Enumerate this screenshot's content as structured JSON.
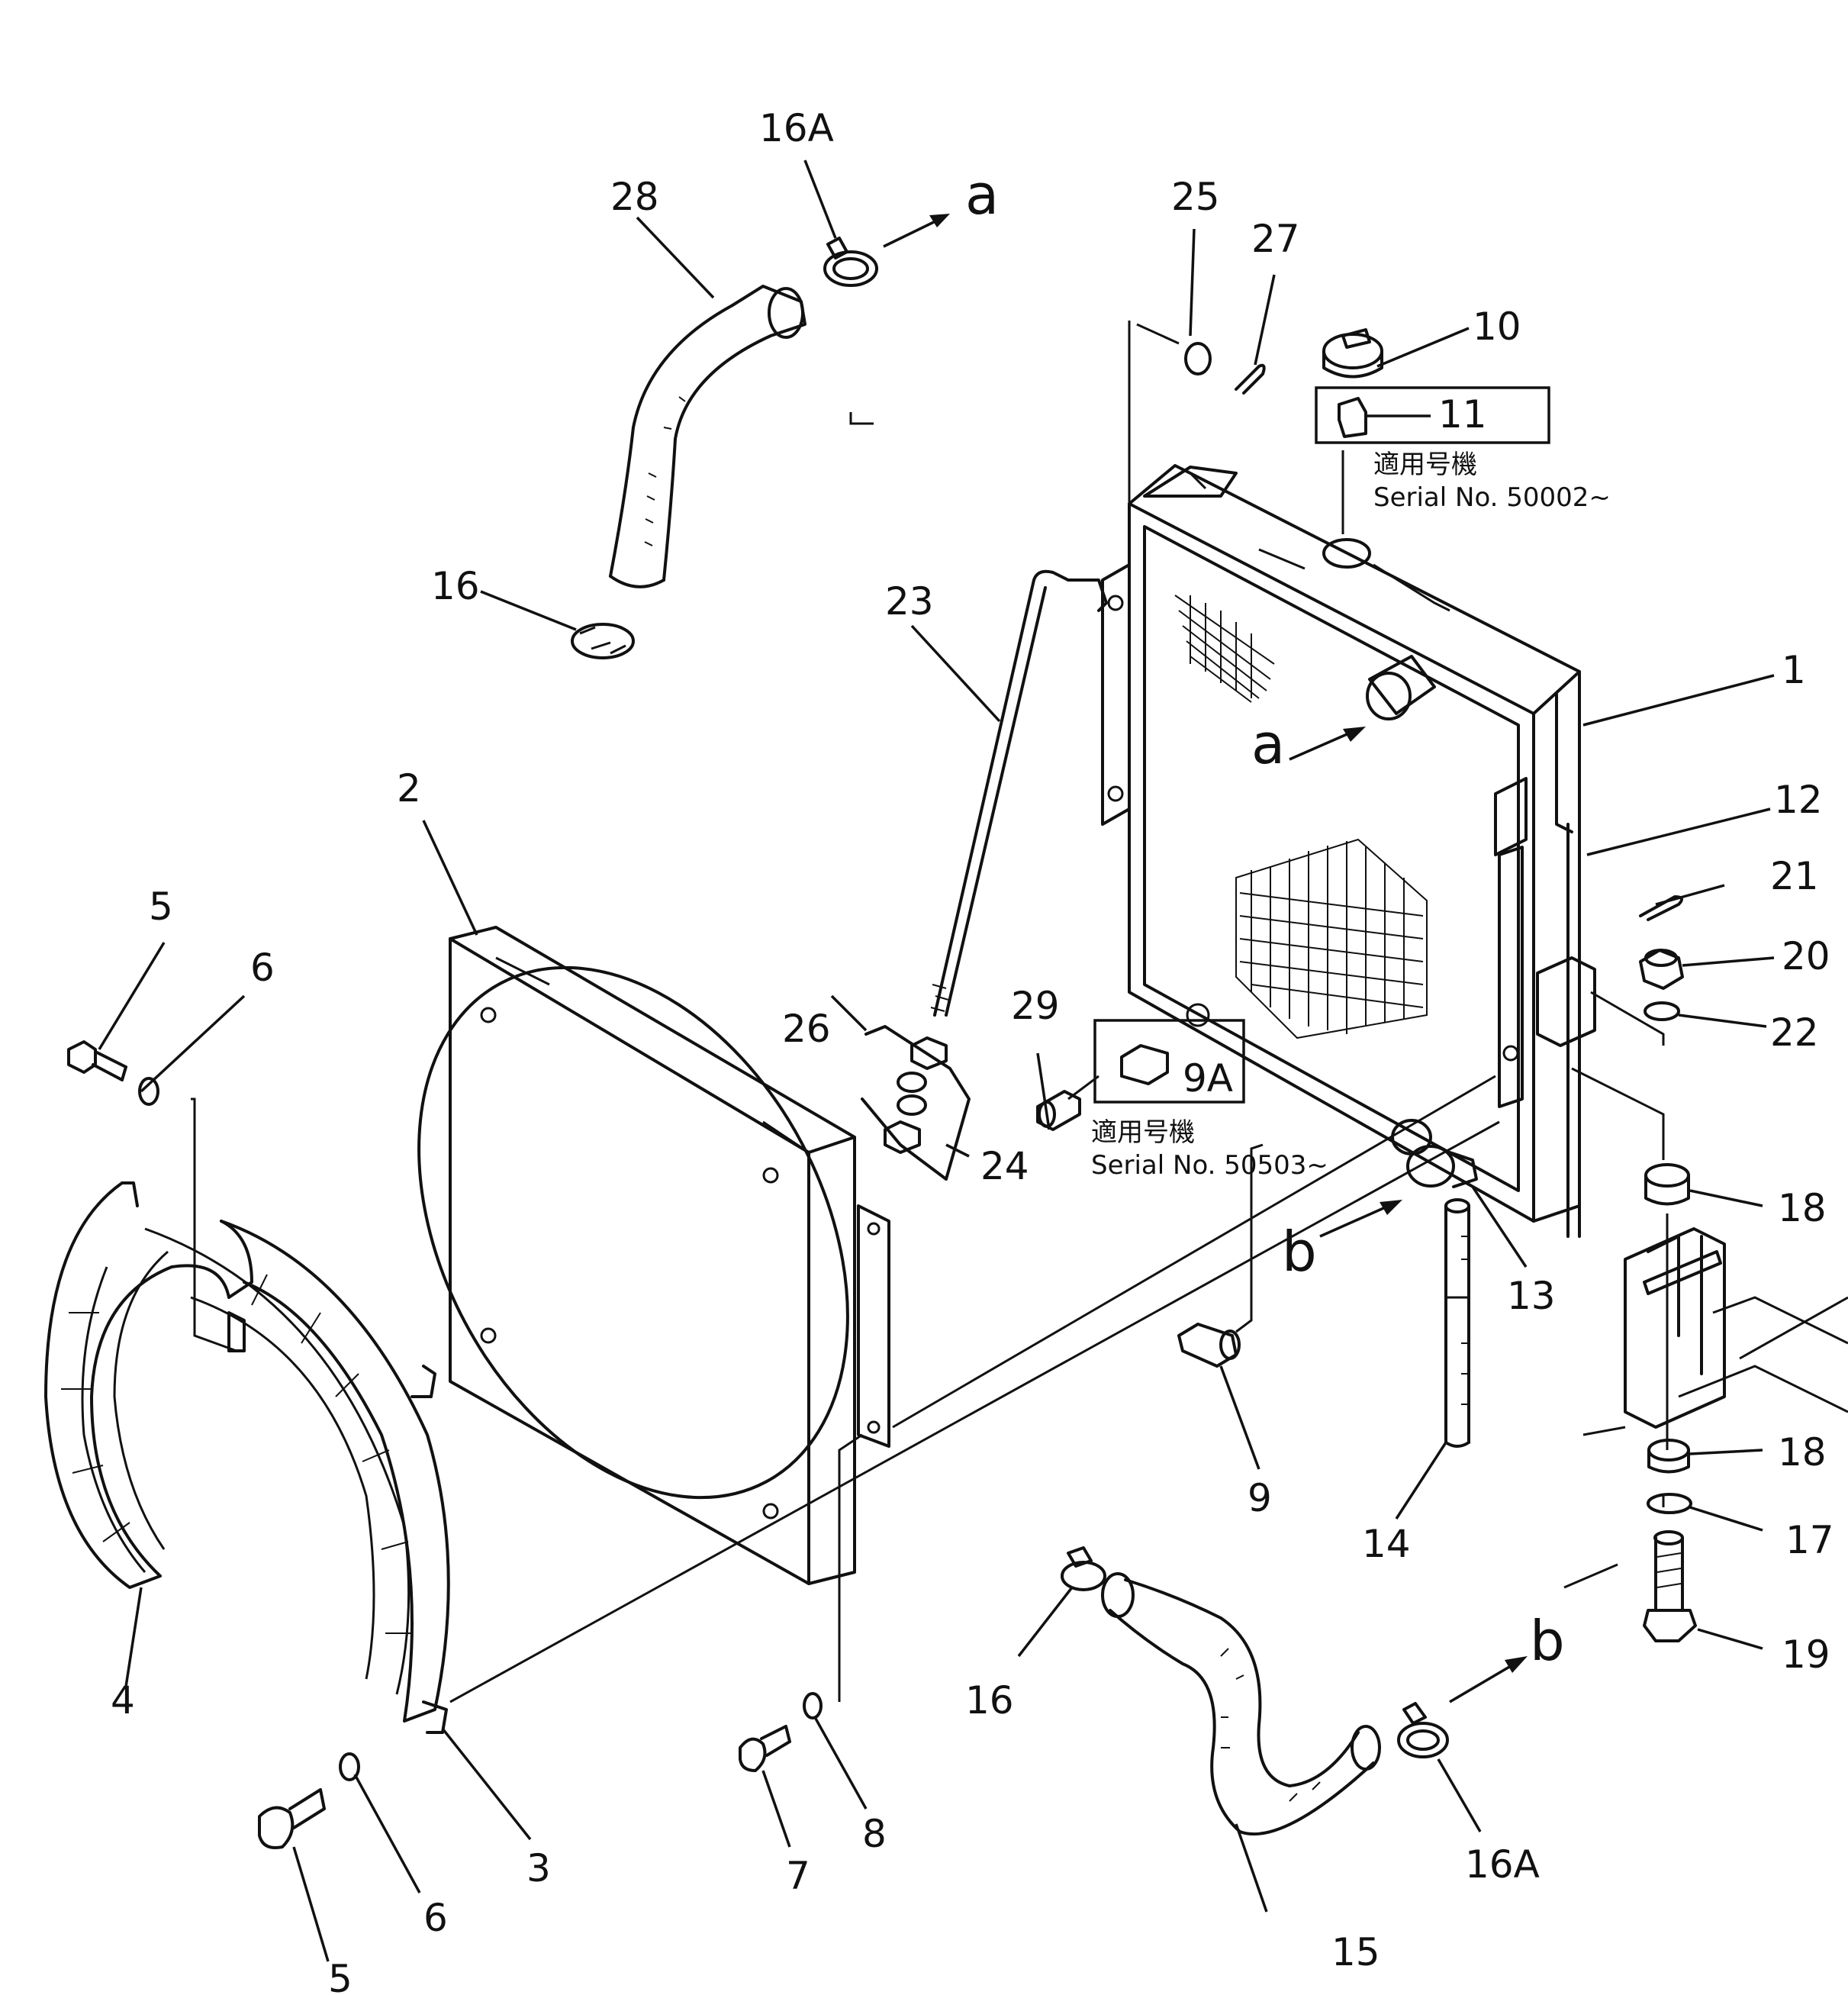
{
  "callouts": {
    "c1": "1",
    "c2": "2",
    "c3": "3",
    "c4": "4",
    "c5a": "5",
    "c5b": "5",
    "c6a": "6",
    "c6b": "6",
    "c7": "7",
    "c8": "8",
    "c9": "9",
    "c9A": "9A",
    "c10": "10",
    "c11": "11",
    "c12": "12",
    "c13": "13",
    "c14": "14",
    "c15": "15",
    "c16a": "16",
    "c16b": "16",
    "c16Aa": "16A",
    "c16Ab": "16A",
    "c17": "17",
    "c18a": "18",
    "c18b": "18",
    "c19": "19",
    "c20": "20",
    "c21": "21",
    "c22": "22",
    "c23": "23",
    "c24": "24",
    "c25": "25",
    "c26": "26",
    "c27": "27",
    "c28": "28",
    "c29": "29"
  },
  "connectors": {
    "a_top": "a",
    "a_radiator": "a",
    "b_radiator": "b",
    "b_bottom": "b"
  },
  "notes": {
    "serial_label_1": "適用号機",
    "serial_1": "Serial No. 50002~",
    "serial_label_2": "適用号機",
    "serial_2": "Serial No. 50503~"
  }
}
